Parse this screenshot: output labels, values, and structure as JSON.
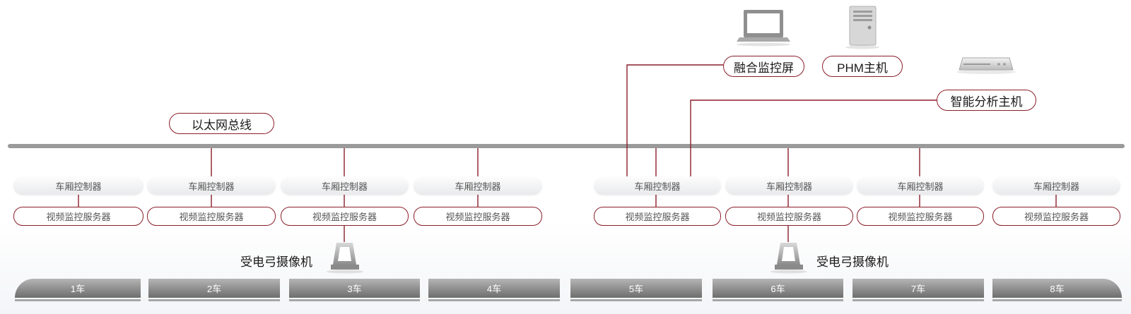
{
  "labels": {
    "ethernet_bus": "以太网总线",
    "fusion_screen": "融合监控屏",
    "phm_host": "PHM主机",
    "analysis_host": "智能分析主机",
    "pantograph_camera_left": "受电弓摄像机",
    "pantograph_camera_right": "受电弓摄像机"
  },
  "controllers": [
    "车厢控制器",
    "车厢控制器",
    "车厢控制器",
    "车厢控制器",
    "车厢控制器",
    "车厢控制器",
    "车厢控制器",
    "车厢控制器"
  ],
  "video_servers": [
    "视频监控服务器",
    "视频监控服务器",
    "视频监控服务器",
    "视频监控服务器",
    "视频监控服务器",
    "视频监控服务器",
    "视频监控服务器",
    "视频监控服务器"
  ],
  "cars": [
    "1车",
    "2车",
    "3车",
    "4车",
    "5车",
    "6车",
    "7车",
    "8车"
  ],
  "colors": {
    "accent": "#8a1f2a",
    "bus": "#9a9a9a",
    "car": "#8d8d8d"
  },
  "icons": [
    "monitor-icon",
    "server-tower-icon",
    "rack-host-icon",
    "pantograph-camera-icon"
  ]
}
